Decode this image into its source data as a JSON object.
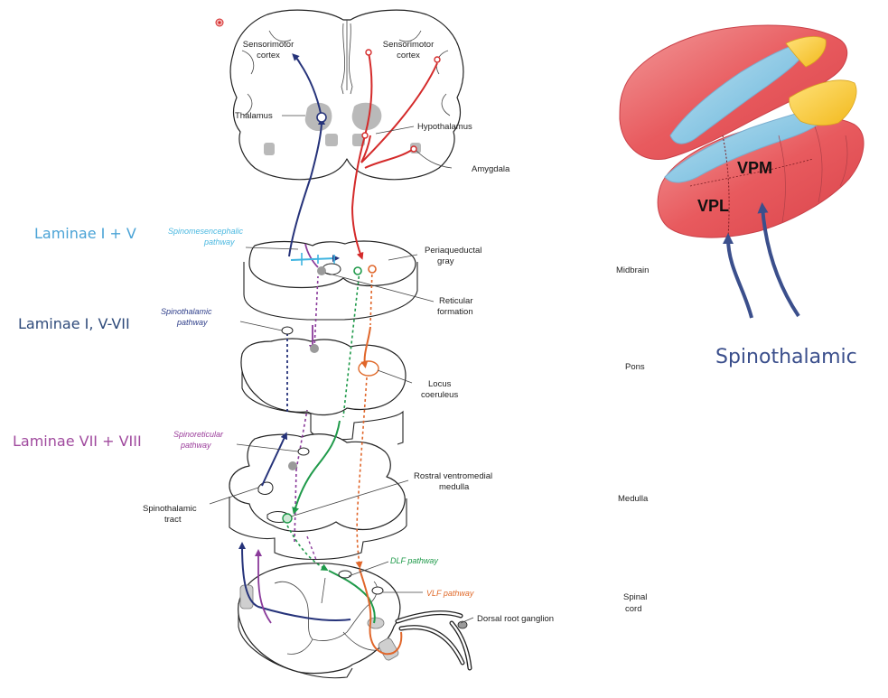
{
  "diagram": {
    "laminae_labels": [
      {
        "text": "Laminae I + V",
        "color": "#4aa3d6"
      },
      {
        "text": "Laminae I, V-VII",
        "color": "#2e4a7a"
      },
      {
        "text": "Laminae VII + VIII",
        "color": "#a04a9e"
      }
    ],
    "pathway_labels": [
      {
        "lines": [
          "Spinomesencephalic",
          "pathway"
        ],
        "color": "#4ab8e0"
      },
      {
        "lines": [
          "Spinothalamic",
          "pathway"
        ],
        "color": "#2e3e8a"
      },
      {
        "lines": [
          "Spinoreticular",
          "pathway"
        ],
        "color": "#9b3d9b"
      },
      {
        "lines": [
          "DLF pathway"
        ],
        "color": "#1f9a4a"
      },
      {
        "lines": [
          "VLF pathway"
        ],
        "color": "#e06a2a"
      }
    ],
    "structure_labels": {
      "cortex_left": [
        "Sensorimotor",
        "cortex"
      ],
      "cortex_right": [
        "Sensorimotor",
        "cortex"
      ],
      "thalamus": "Thalamus",
      "hypothalamus": "Hypothalamus",
      "amygdala": "Amygdala",
      "pag": [
        "Periaqueductal",
        "gray"
      ],
      "reticular": [
        "Reticular",
        "formation"
      ],
      "locus": [
        "Locus",
        "coeruleus"
      ],
      "rvm": [
        "Rostral ventromedial",
        "medulla"
      ],
      "st_tract": [
        "Spinothalamic",
        "tract"
      ],
      "drg": "Dorsal root ganglion"
    },
    "levels": [
      {
        "lines": [
          "Midbrain"
        ]
      },
      {
        "lines": [
          "Pons"
        ]
      },
      {
        "lines": [
          "Medulla"
        ]
      },
      {
        "lines": [
          "Spinal",
          "cord"
        ]
      }
    ],
    "thalamus_inset": {
      "vpm": "VPM",
      "vpl": "VPL",
      "spinothalamic": "Spinothalamic",
      "arrow_color": "#3b4f8c"
    }
  }
}
